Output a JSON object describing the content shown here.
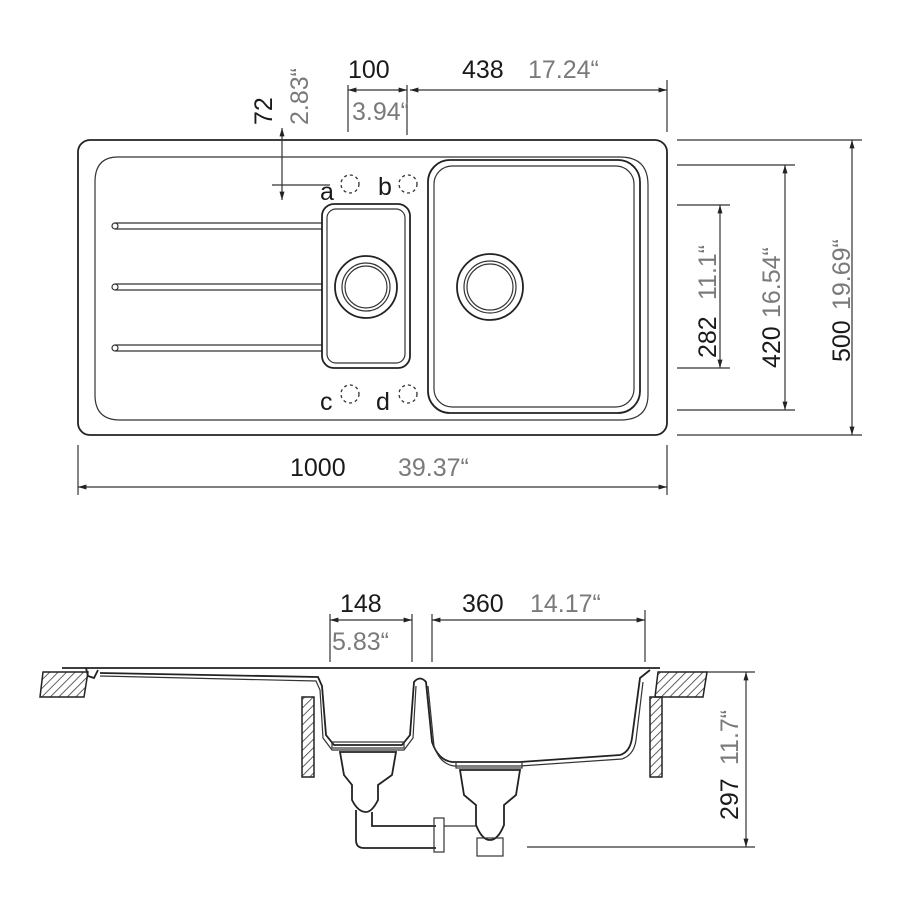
{
  "top_view": {
    "dims": {
      "offset_mm": "72",
      "offset_in": "2.83“",
      "tap_mm": "100",
      "tap_in": "3.94“",
      "bowl_w_mm": "438",
      "bowl_w_in": "17.24“",
      "inner_h_mm": "282",
      "inner_h_in": "11.1“",
      "bowl_h_mm": "420",
      "bowl_h_in": "16.54“",
      "total_h_mm": "500",
      "total_h_in": "19.69“",
      "total_w_mm": "1000",
      "total_w_in": "39.37“"
    },
    "tap_holes": [
      "a",
      "b",
      "c",
      "d"
    ]
  },
  "side_view": {
    "dims": {
      "small_bowl_mm": "148",
      "small_bowl_in": "5.83“",
      "big_bowl_mm": "360",
      "big_bowl_in": "14.17“",
      "depth_mm": "297",
      "depth_in": "11.7“"
    }
  }
}
